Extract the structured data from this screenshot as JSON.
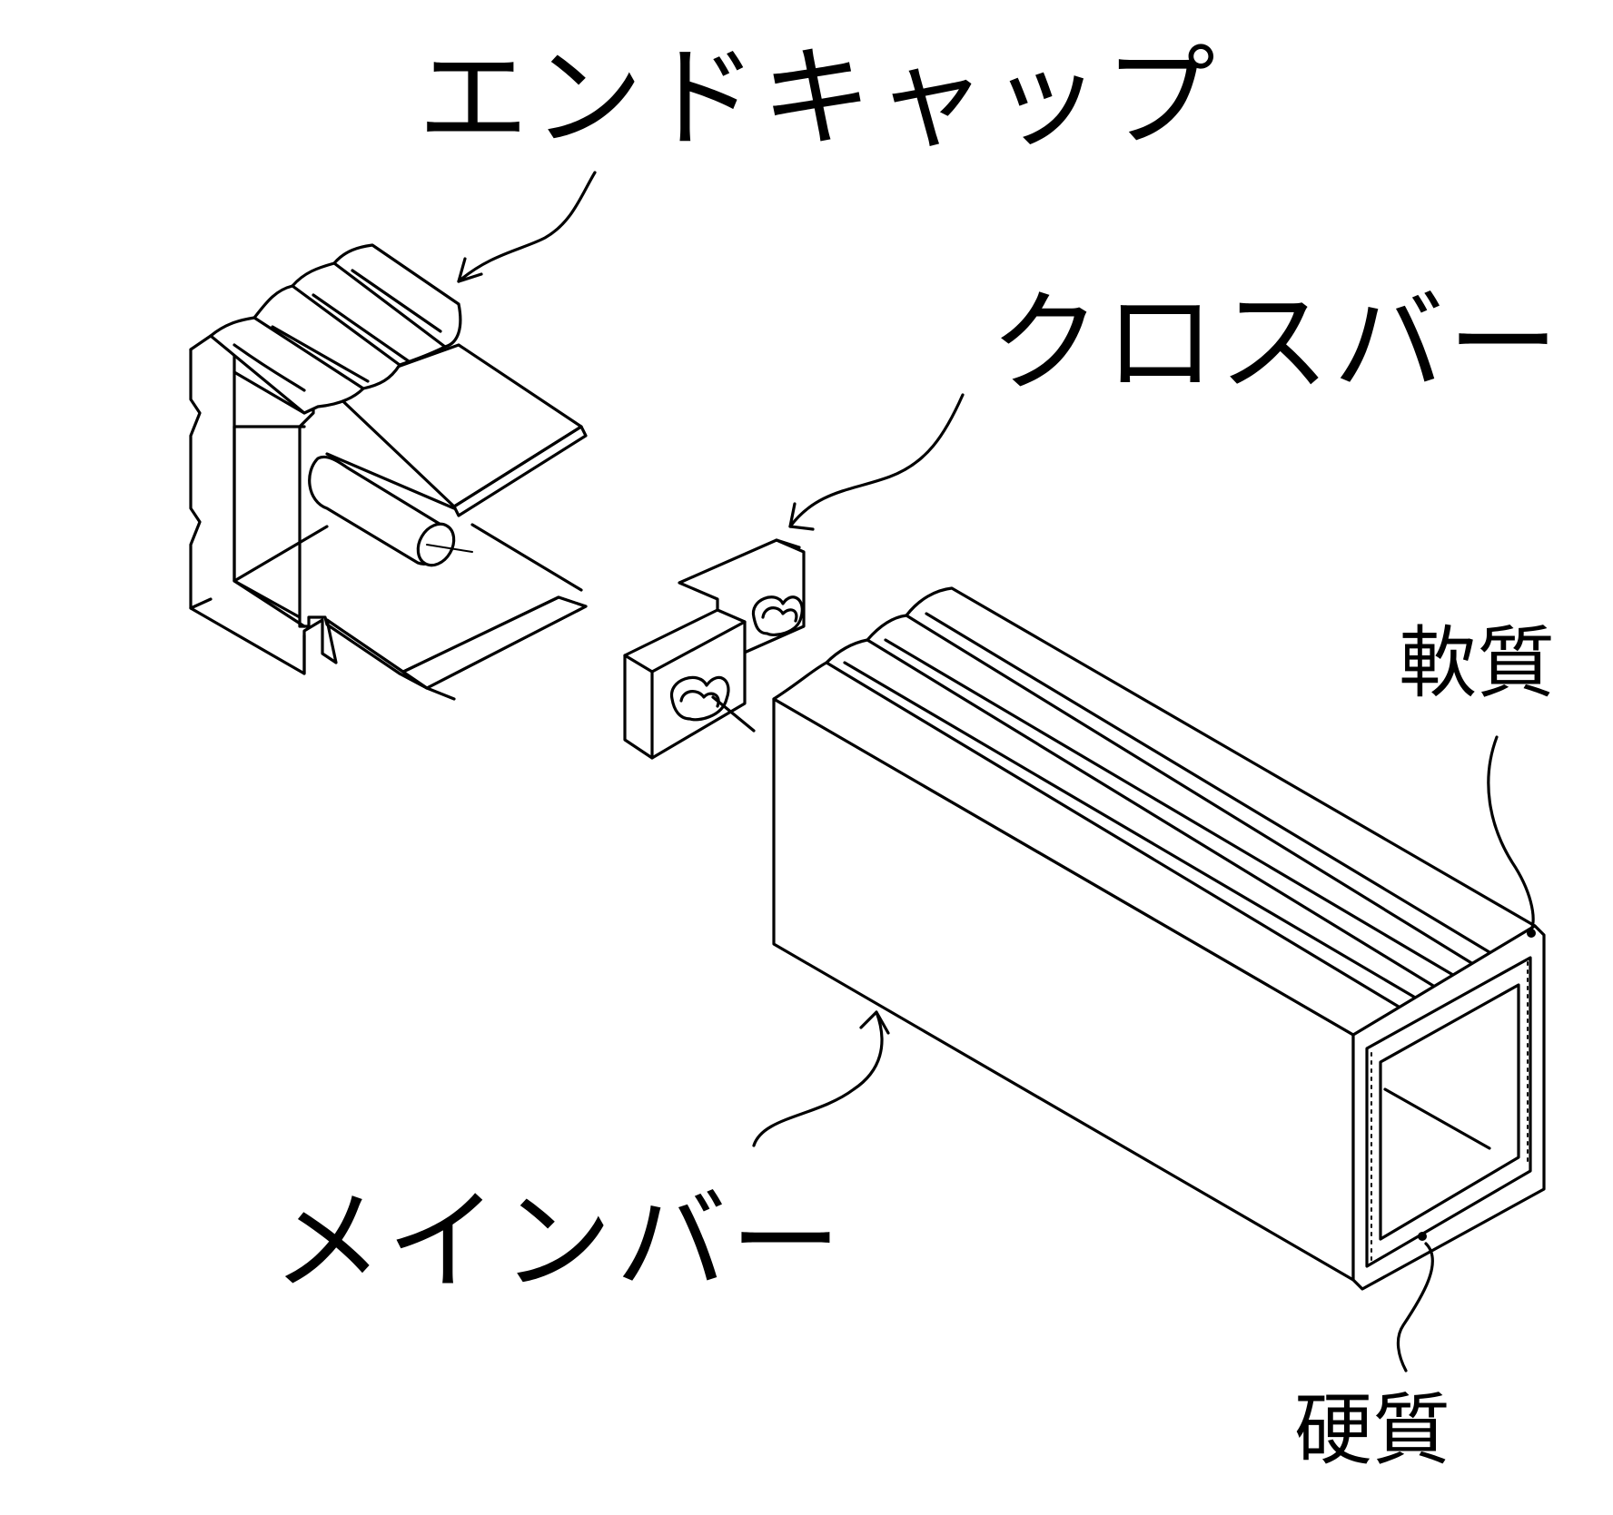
{
  "labels": {
    "end_cap": "エンドキャップ",
    "cross_bar": "クロスバー",
    "main_bar": "メインバー",
    "soft": "軟質",
    "hard": "硬質"
  }
}
